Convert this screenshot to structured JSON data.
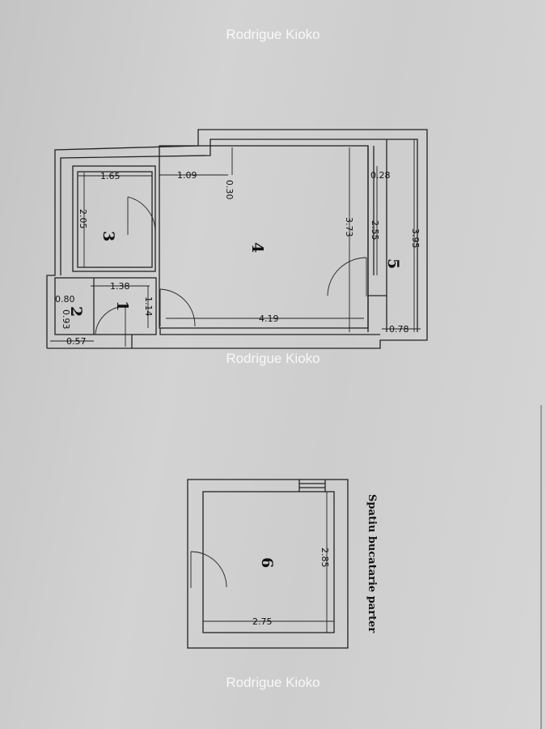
{
  "watermark": "Rodrigue Kioko",
  "caption": "Spatiu bucatarie parter",
  "rooms": [
    "1",
    "2",
    "3",
    "4",
    "5",
    "6"
  ],
  "dimensions": {
    "d165": "1.65",
    "d109": "1.09",
    "d030": "0.30",
    "d205": "2.05",
    "d138": "1.38",
    "d114": "1.14",
    "d080": "0.80",
    "d093": "0.93",
    "d057": "0.57",
    "d419": "4.19",
    "d373": "3.73",
    "d255": "2.55",
    "d028": "0.28",
    "d395": "3.95",
    "d078": "0.78",
    "d285": "2.85",
    "d275": "2.75"
  },
  "colors": {
    "paper": "#cdcdcd",
    "ink": "#222222",
    "watermark": "#ffffff"
  }
}
